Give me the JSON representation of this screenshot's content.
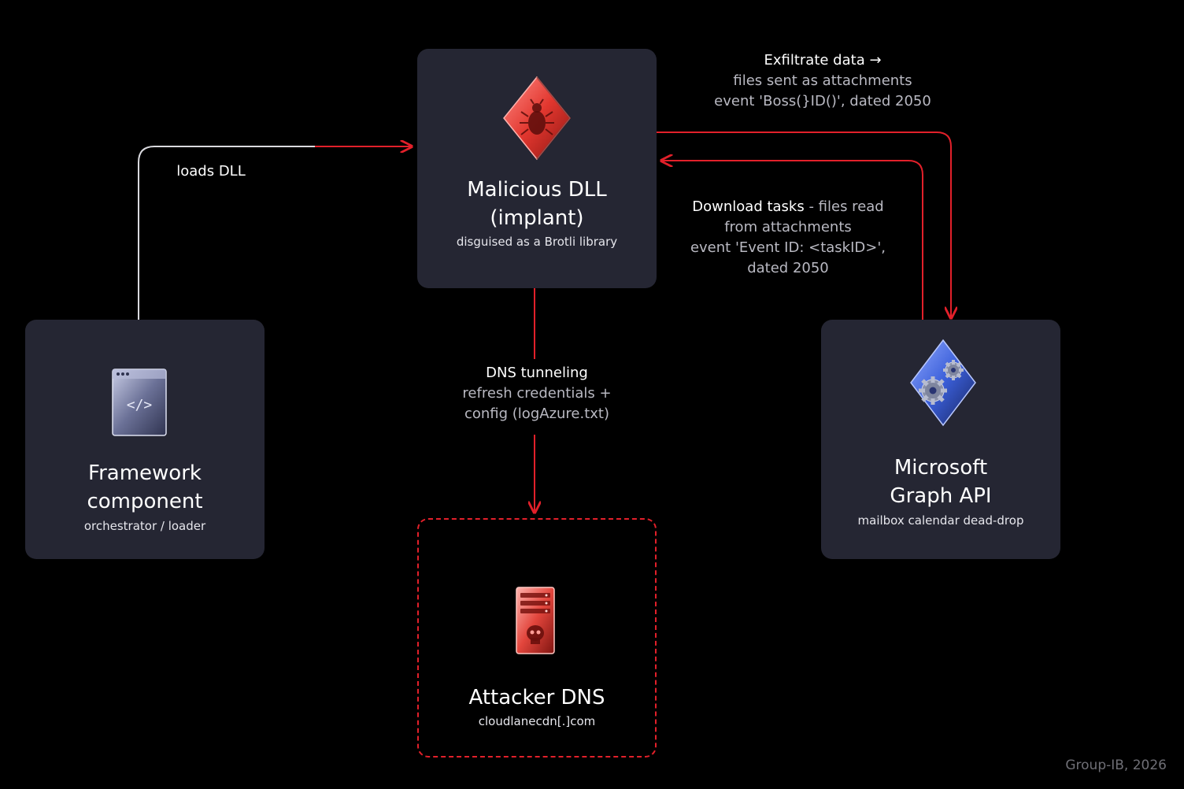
{
  "nodes": {
    "dll": {
      "title_1": "Malicious DLL",
      "title_2": "(implant)",
      "subtitle": "disguised as a Brotli library",
      "icon": "bug-diamond-icon"
    },
    "framework": {
      "title_1": "Framework",
      "title_2": "component",
      "subtitle": "orchestrator / loader",
      "icon": "code-window-icon"
    },
    "graph": {
      "title_1": "Microsoft",
      "title_2": "Graph API",
      "subtitle": "mailbox calendar dead-drop",
      "icon": "gears-diamond-icon"
    },
    "dns": {
      "title": "Attacker DNS",
      "subtitle": "cloudlanecdn[.]com",
      "icon": "skull-server-icon"
    }
  },
  "edges": {
    "loads": {
      "label": "loads DLL"
    },
    "exfil": {
      "line_1": "Exfiltrate data →",
      "line_2": "files sent as attachments",
      "line_3": "event 'Boss(}ID()', dated 2050"
    },
    "download": {
      "line_1a": "Download tasks",
      "line_1b": " - files read",
      "line_2": "from attachments",
      "line_3": "event 'Event ID: <taskID>',",
      "line_4": "dated 2050"
    },
    "dns": {
      "line_1": "DNS tunneling",
      "line_2": "refresh credentials +",
      "line_3": "config (logAzure.txt)"
    }
  },
  "colors": {
    "accent": "#e2202a",
    "card": "#252633",
    "background": "#000000",
    "muted_text": "#b9b9c2"
  },
  "credit": "Group-IB, 2026"
}
